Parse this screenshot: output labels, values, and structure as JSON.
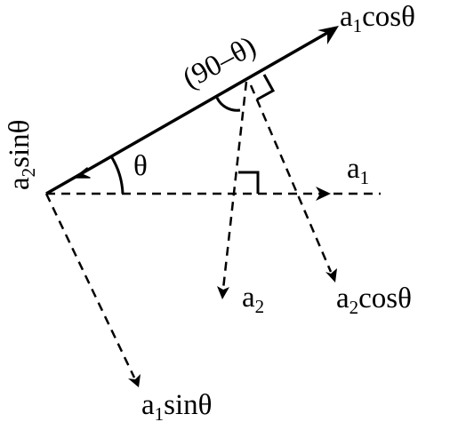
{
  "diagram": {
    "labels": {
      "a1cos": {
        "base": "a",
        "sub": "1",
        "rest": "cosθ"
      },
      "a2sin": {
        "base": "a",
        "sub": "2",
        "rest": "sinθ"
      },
      "a1": {
        "base": "a",
        "sub": "1",
        "rest": ""
      },
      "a2": {
        "base": "a",
        "sub": "2",
        "rest": ""
      },
      "a2cos": {
        "base": "a",
        "sub": "2",
        "rest": "cosθ"
      },
      "a1sin": {
        "base": "a",
        "sub": "1",
        "rest": "sinθ"
      },
      "theta": "θ",
      "angle90": "(90–θ)"
    },
    "colors": {
      "ink": "#000000",
      "background": "#ffffff"
    }
  }
}
